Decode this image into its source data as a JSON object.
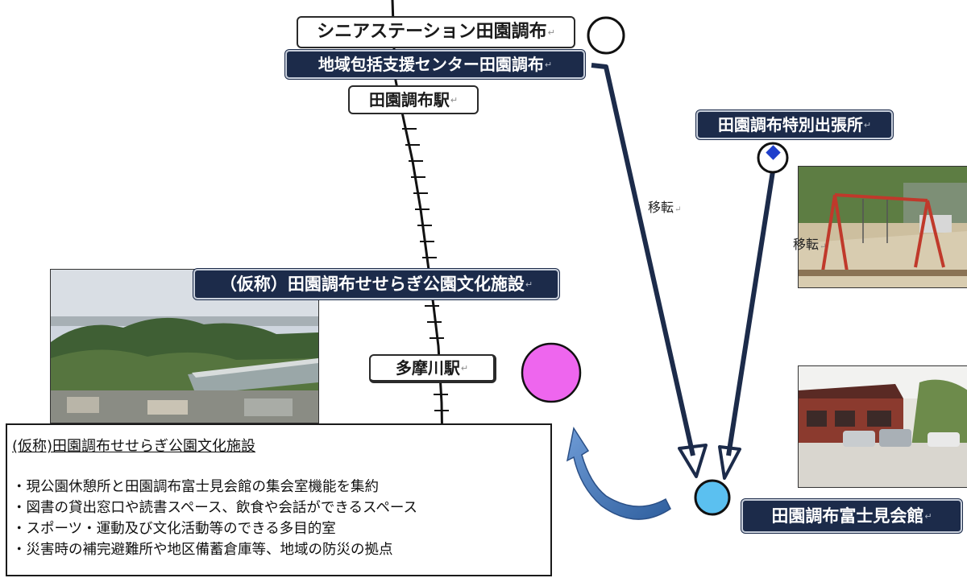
{
  "labels": {
    "senior_station": "シニアステーション田園調布",
    "chiiki_center": "地域包括支援センター田園調布",
    "denenchofu_station": "田園調布駅",
    "tokubetsu_office": "田園調布特別出張所",
    "seseragi_facility": "（仮称）田園調布せせらぎ公園文化施設",
    "tamagawa_station": "多摩川駅",
    "fujimi_hall": "田園調布富士見会館",
    "return_mark": "↵"
  },
  "move_labels": {
    "move_1": "移転",
    "move_2": "移転"
  },
  "markers": {
    "senior_station_marker": {
      "shape": "circle",
      "fill": "#ffffff"
    },
    "tamagawa_marker": {
      "shape": "circle",
      "fill": "#ee66ee"
    },
    "tokubetsu_marker": {
      "shape": "circle-with-diamond",
      "fill": "#ffffff",
      "diamond": "#1f3fcc"
    },
    "fujimi_marker": {
      "shape": "circle",
      "fill": "#5bc0f0"
    }
  },
  "colors": {
    "navy": "#1c2b4a",
    "arrow": "#1c2b4a",
    "curved_arrow": "#3b6fb6",
    "railway": "#111111"
  },
  "info_box": {
    "title": "(仮称)田園調布せせらぎ公園文化施設",
    "items": [
      "・現公園休憩所と田園調布富士見会館の集会室機能を集約",
      "・図書の貸出窓口や読書スペース、飲食や会話ができるスペース",
      "・スポーツ・運動及び文化活動等のできる多目的室",
      "・災害時の補完避難所や地区備蓄倉庫等、地域の防災の拠点"
    ]
  },
  "photos": {
    "park_aerial": "aerial-view-photo",
    "playground": "playground-swing-photo",
    "fujimi_building": "fujimi-hall-building-photo"
  }
}
